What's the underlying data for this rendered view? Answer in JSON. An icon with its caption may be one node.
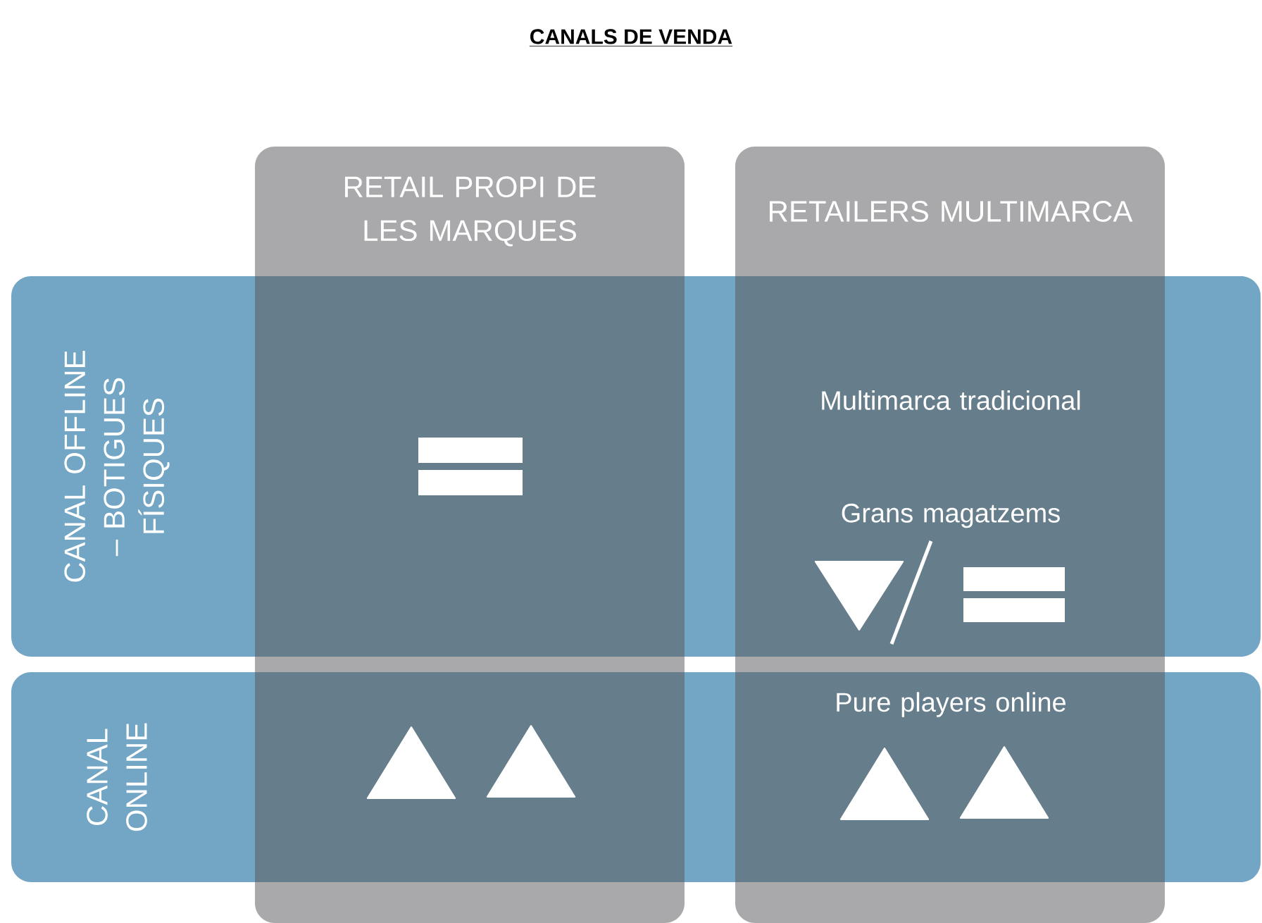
{
  "diagram": {
    "title": "CANALS DE VENDA",
    "nodes": [
      {
        "text": [
          "RETAIL PROPI DE LES MARQUES"
        ]
      },
      {
        "text": [
          "RETAILERS MULTIMARCA"
        ]
      },
      {
        "text": [
          "CANAL OFFLINE – BOTIGUES FÍSIQUES"
        ]
      },
      {
        "text": [
          "CANAL ONLINE"
        ]
      }
    ],
    "labels": [
      "Multimarca tradicional",
      "Grans magatzems",
      "Pure players online"
    ]
  }
}
